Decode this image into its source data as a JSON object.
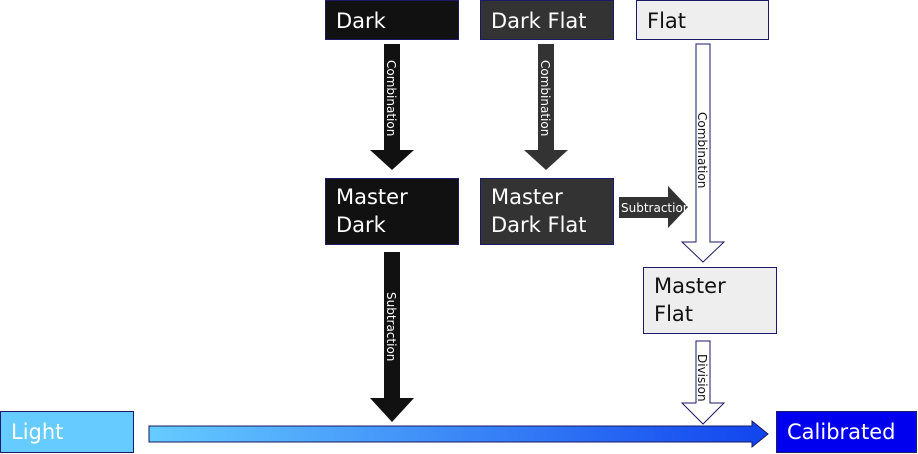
{
  "nodes": {
    "dark": "Dark",
    "dark_flat": "Dark Flat",
    "flat": "Flat",
    "master_dark": "Master\nDark",
    "master_dark_flat": "Master\nDark Flat",
    "master_flat": "Master\nFlat",
    "light": "Light",
    "calibrated": "Calibrated"
  },
  "edges": {
    "dark_to_master": "Combination",
    "darkflat_to_master": "Combination",
    "flat_to_master": "Combination",
    "masterdarkflat_to_masterflat": "Subtraction",
    "masterdark_to_calibrated": "Subtraction",
    "masterflat_to_calibrated": "Division"
  },
  "colors": {
    "dark": "#111111",
    "dark_flat": "#333333",
    "flat": "#eeeeee",
    "light": "#66ccff",
    "calibrated": "#0000ee"
  }
}
